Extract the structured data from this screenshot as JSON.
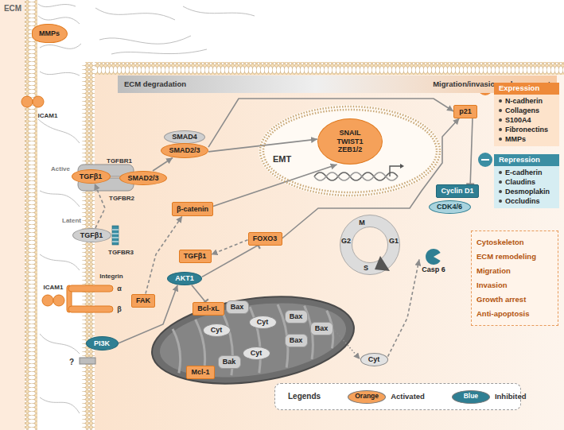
{
  "diagram": {
    "nodes": [
      {
        "text": [
          "ECM degradation",
          "Migration/invasion enhancement"
        ]
      },
      {
        "text": [
          "MMPs"
        ]
      },
      {
        "text": [
          "TGFβ1"
        ]
      },
      {
        "text": [
          "SMAD2/3"
        ]
      },
      {
        "text": [
          "TGFβ1"
        ]
      },
      {
        "text": [
          "FAK"
        ]
      },
      {
        "text": [
          "PI3K"
        ]
      },
      {
        "text": [
          "SMAD4"
        ]
      },
      {
        "text": [
          "SMAD2/3"
        ]
      },
      {
        "text": [
          "β-catenin"
        ]
      },
      {
        "text": [
          "EMT"
        ]
      },
      {
        "text": [
          "SNAIL TWIST1 ZEB1/2"
        ],
        "in": 10
      },
      {
        "text": [
          "p21"
        ]
      },
      {
        "text": [
          "FOXO3"
        ]
      },
      {
        "text": [
          "TGFβ1"
        ]
      },
      {
        "text": [
          "AKT1"
        ]
      },
      {
        "text": [
          "Cyclin D1"
        ]
      },
      {
        "text": [
          "CDK4/6"
        ]
      },
      {
        "text": [
          "Bcl-xL"
        ]
      },
      {
        "text": [
          "Bax"
        ]
      },
      {
        "text": [
          "Cyt"
        ]
      },
      {
        "text": [
          "Cyt"
        ]
      },
      {
        "text": [
          "Bax"
        ]
      },
      {
        "text": [
          "Bax"
        ]
      },
      {
        "text": [
          "Bax"
        ]
      },
      {
        "text": [
          "Cyt"
        ]
      },
      {
        "text": [
          "Bak"
        ]
      },
      {
        "text": [
          "Mcl-1"
        ]
      },
      {
        "text": [
          "Cyt"
        ]
      },
      {
        "text": [
          "Casp 6"
        ]
      },
      {
        "text": [
          "Expression",
          "N-cadherin",
          "Collagens",
          "S100A4",
          "Fibronectins",
          "MMPs"
        ]
      },
      {
        "text": [
          "Repression",
          "E-cadherin",
          "Claudins",
          "Desmoplakin",
          "Occludins"
        ]
      },
      {
        "text": [
          "Cytoskeleton",
          "ECM remodeling",
          "Migration",
          "Invasion",
          "Growth arrest",
          "Anti-apoptosis"
        ]
      },
      {
        "text": [
          "Legends"
        ]
      }
    ],
    "edges": [
      {
        "from": 4,
        "to": 2,
        "arrow": "to"
      },
      {
        "from": 3,
        "to": 8,
        "arrow": "to"
      },
      {
        "from": 8,
        "to": 11,
        "arrow": "to"
      },
      {
        "from": 8,
        "to": 12,
        "arrow": "to"
      },
      {
        "from": 5,
        "to": 9,
        "arrow": "to"
      },
      {
        "from": 9,
        "to": 11,
        "arrow": "to"
      },
      {
        "from": 13,
        "to": 12,
        "arrow": "to"
      },
      {
        "from": 13,
        "to": 14,
        "arrow": "to"
      },
      {
        "from": 6,
        "to": 15,
        "arrow": "to"
      },
      {
        "from": 15,
        "to": 13,
        "arrow": "to"
      },
      {
        "from": 15,
        "to": 18,
        "arrow": "to"
      },
      {
        "from": 12,
        "to": 16,
        "arrow": "to"
      },
      {
        "from": 23,
        "to": 28,
        "arrow": "to"
      },
      {
        "from": 28,
        "to": 29,
        "arrow": "to"
      }
    ],
    "labels": [
      "ECM",
      "ICAM1",
      "TGFBR1",
      "Active",
      "TGFBR2",
      "Latent",
      "TGFBR3",
      "Integrin",
      "α",
      "β",
      "ICAM1",
      "?",
      "M",
      "G1",
      "S",
      "G2",
      "Orange",
      "Blue"
    ],
    "legend": [
      {
        "text": "Activated",
        "color": "#f5a15a"
      },
      {
        "text": "Inhibited",
        "color": "#2f7f93"
      }
    ]
  }
}
